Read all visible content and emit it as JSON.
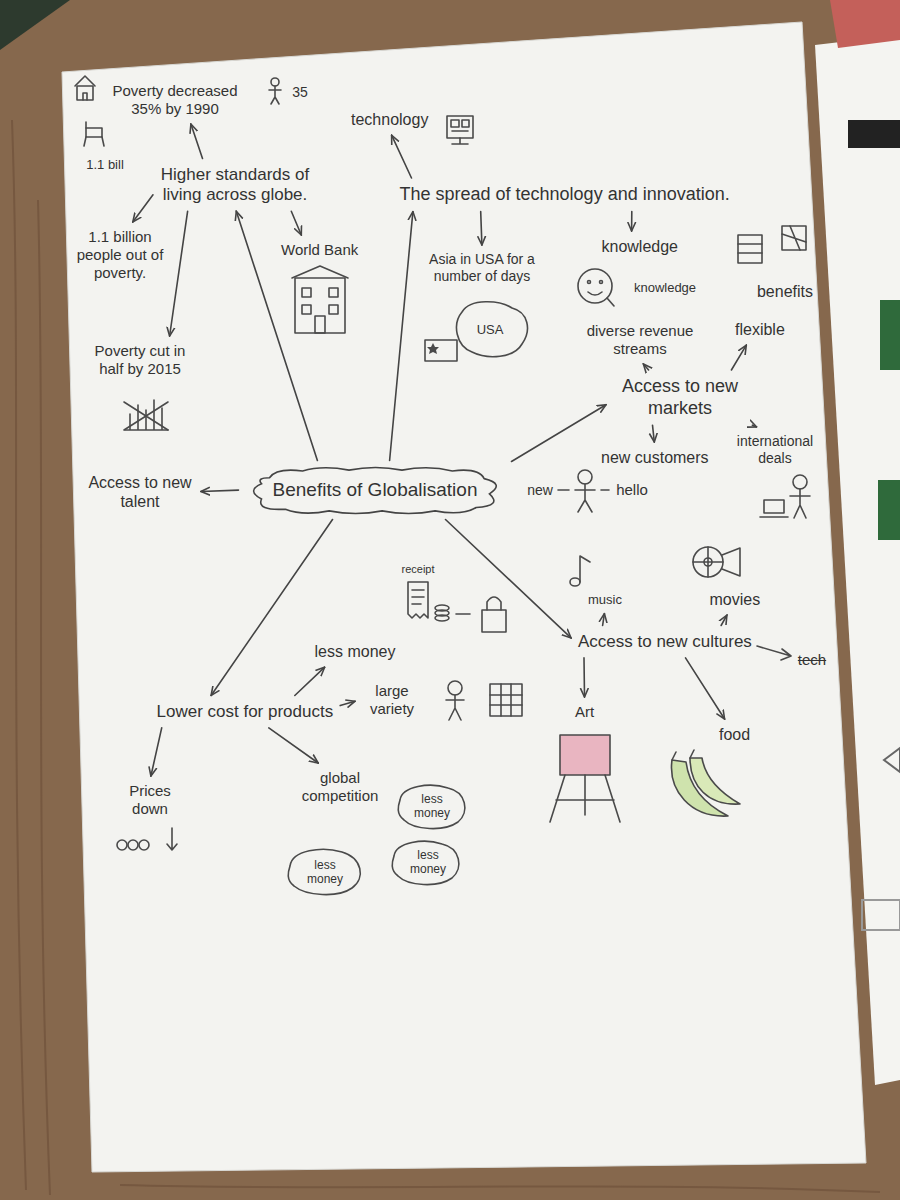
{
  "diagram": {
    "nodes": [
      {
        "text": [
          "Benefits of Globalisation"
        ]
      },
      {
        "text": [
          "Higher standards of living across globe."
        ]
      },
      {
        "text": [
          "Poverty decreased 35% by 1990"
        ]
      },
      {
        "text": [
          "1.1 billion people out of poverty."
        ]
      },
      {
        "text": [
          "Poverty cut in half by 2015"
        ]
      },
      {
        "text": [
          "World Bank"
        ]
      },
      {
        "text": [
          "The spread of technology and innovation."
        ]
      },
      {
        "text": [
          "technology"
        ]
      },
      {
        "text": [
          "knowledge"
        ]
      },
      {
        "text": [
          "Asia in USA for a number of days"
        ]
      },
      {
        "text": [
          "Access to new markets"
        ]
      },
      {
        "text": [
          "diverse revenue streams"
        ]
      },
      {
        "text": [
          "flexible"
        ]
      },
      {
        "text": [
          "new customers"
        ]
      },
      {
        "text": [
          "international deals"
        ]
      },
      {
        "text": [
          "Access to new talent"
        ]
      },
      {
        "text": [
          "Lower cost for products"
        ]
      },
      {
        "text": [
          "less money"
        ]
      },
      {
        "text": [
          "large variety"
        ]
      },
      {
        "text": [
          "Prices down"
        ]
      },
      {
        "text": [
          "global competition"
        ]
      },
      {
        "text": [
          "Access to new cultures"
        ]
      },
      {
        "text": [
          "music"
        ]
      },
      {
        "text": [
          "movies"
        ]
      },
      {
        "text": [
          "Art"
        ]
      },
      {
        "text": [
          "food"
        ]
      }
    ],
    "edges": [
      {
        "from": 0,
        "to": 1,
        "arrow": "to"
      },
      {
        "from": 1,
        "to": 2,
        "arrow": "to"
      },
      {
        "from": 1,
        "to": 3,
        "arrow": "to"
      },
      {
        "from": 1,
        "to": 4,
        "arrow": "to"
      },
      {
        "from": 1,
        "to": 5,
        "arrow": "to"
      },
      {
        "from": 0,
        "to": 6,
        "arrow": "to"
      },
      {
        "from": 6,
        "to": 7,
        "arrow": "to"
      },
      {
        "from": 6,
        "to": 8,
        "arrow": "to"
      },
      {
        "from": 6,
        "to": 9,
        "arrow": "to"
      },
      {
        "from": 0,
        "to": 10,
        "arrow": "to"
      },
      {
        "from": 10,
        "to": 11,
        "arrow": "to"
      },
      {
        "from": 10,
        "to": 12,
        "arrow": "to"
      },
      {
        "from": 10,
        "to": 13,
        "arrow": "to"
      },
      {
        "from": 10,
        "to": 14,
        "arrow": "to"
      },
      {
        "from": 0,
        "to": 15,
        "arrow": "to"
      },
      {
        "from": 0,
        "to": 16,
        "arrow": "to"
      },
      {
        "from": 16,
        "to": 17,
        "arrow": "to"
      },
      {
        "from": 16,
        "to": 18,
        "arrow": "to"
      },
      {
        "from": 16,
        "to": 19,
        "arrow": "to"
      },
      {
        "from": 16,
        "to": 20,
        "arrow": "to"
      },
      {
        "from": 0,
        "to": 21,
        "arrow": "to"
      },
      {
        "from": 21,
        "to": 22,
        "arrow": "to"
      },
      {
        "from": 21,
        "to": 23,
        "arrow": "to"
      },
      {
        "from": 21,
        "to": 24,
        "arrow": "to"
      },
      {
        "from": 21,
        "to": 25,
        "arrow": "to"
      }
    ],
    "labels": [
      "1.1 bill",
      "35",
      "knowledge",
      "USA",
      "benefits",
      "new",
      "hello",
      "receipt",
      "less money",
      "less money",
      "less money",
      "tech"
    ]
  }
}
